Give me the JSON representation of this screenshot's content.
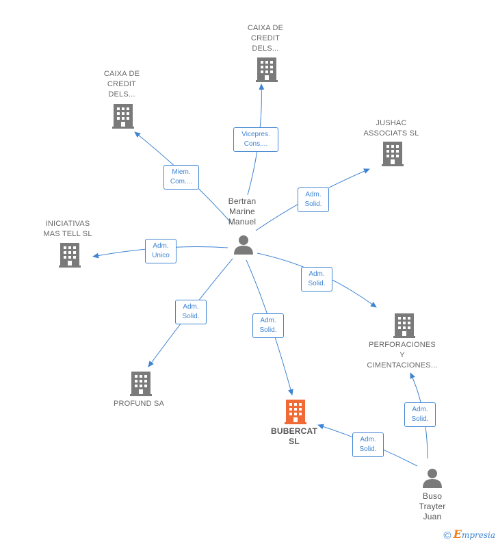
{
  "colors": {
    "link": "#3f84d2",
    "company_icon": "#7a7a7a",
    "focus_icon": "#f06a35",
    "person_icon": "#7a7a7a",
    "text": "#666666"
  },
  "nodes": {
    "bertran": {
      "label": "Bertran\nMarine\nManuel",
      "icon": "person-icon"
    },
    "buso": {
      "label": "Buso\nTrayter\nJuan",
      "icon": "person-icon"
    },
    "caixa1": {
      "label": "CAIXA DE\nCREDIT\nDELS...",
      "icon": "building-icon"
    },
    "caixa2": {
      "label": "CAIXA DE\nCREDIT\nDELS...",
      "icon": "building-icon"
    },
    "jushac": {
      "label": "JUSHAC\nASSOCIATS  SL",
      "icon": "building-icon"
    },
    "iniciativas": {
      "label": "INICIATIVAS\nMAS TELL SL",
      "icon": "building-icon"
    },
    "perforaciones": {
      "label": "PERFORACIONES\nY\nCIMENTACIONES...",
      "icon": "building-icon"
    },
    "profund": {
      "label": "PROFUND SA",
      "icon": "building-icon"
    },
    "bubercat": {
      "label": "BUBERCAT\nSL",
      "icon": "building-icon"
    }
  },
  "relations": {
    "r_caixa2": "Vicepres.\nCons....",
    "r_caixa1": "Miem.\nCom....",
    "r_jushac": "Adm.\nSolid.",
    "r_iniciativas": "Adm.\nUnico",
    "r_perforaciones": "Adm.\nSolid.",
    "r_profund": "Adm.\nSolid.",
    "r_bubercat": "Adm.\nSolid.",
    "r_buso_perf": "Adm.\nSolid.",
    "r_buso_bub": "Adm.\nSolid."
  },
  "footer": {
    "copyright": "©",
    "brand_initial": "E",
    "brand_rest": "mpresia"
  }
}
